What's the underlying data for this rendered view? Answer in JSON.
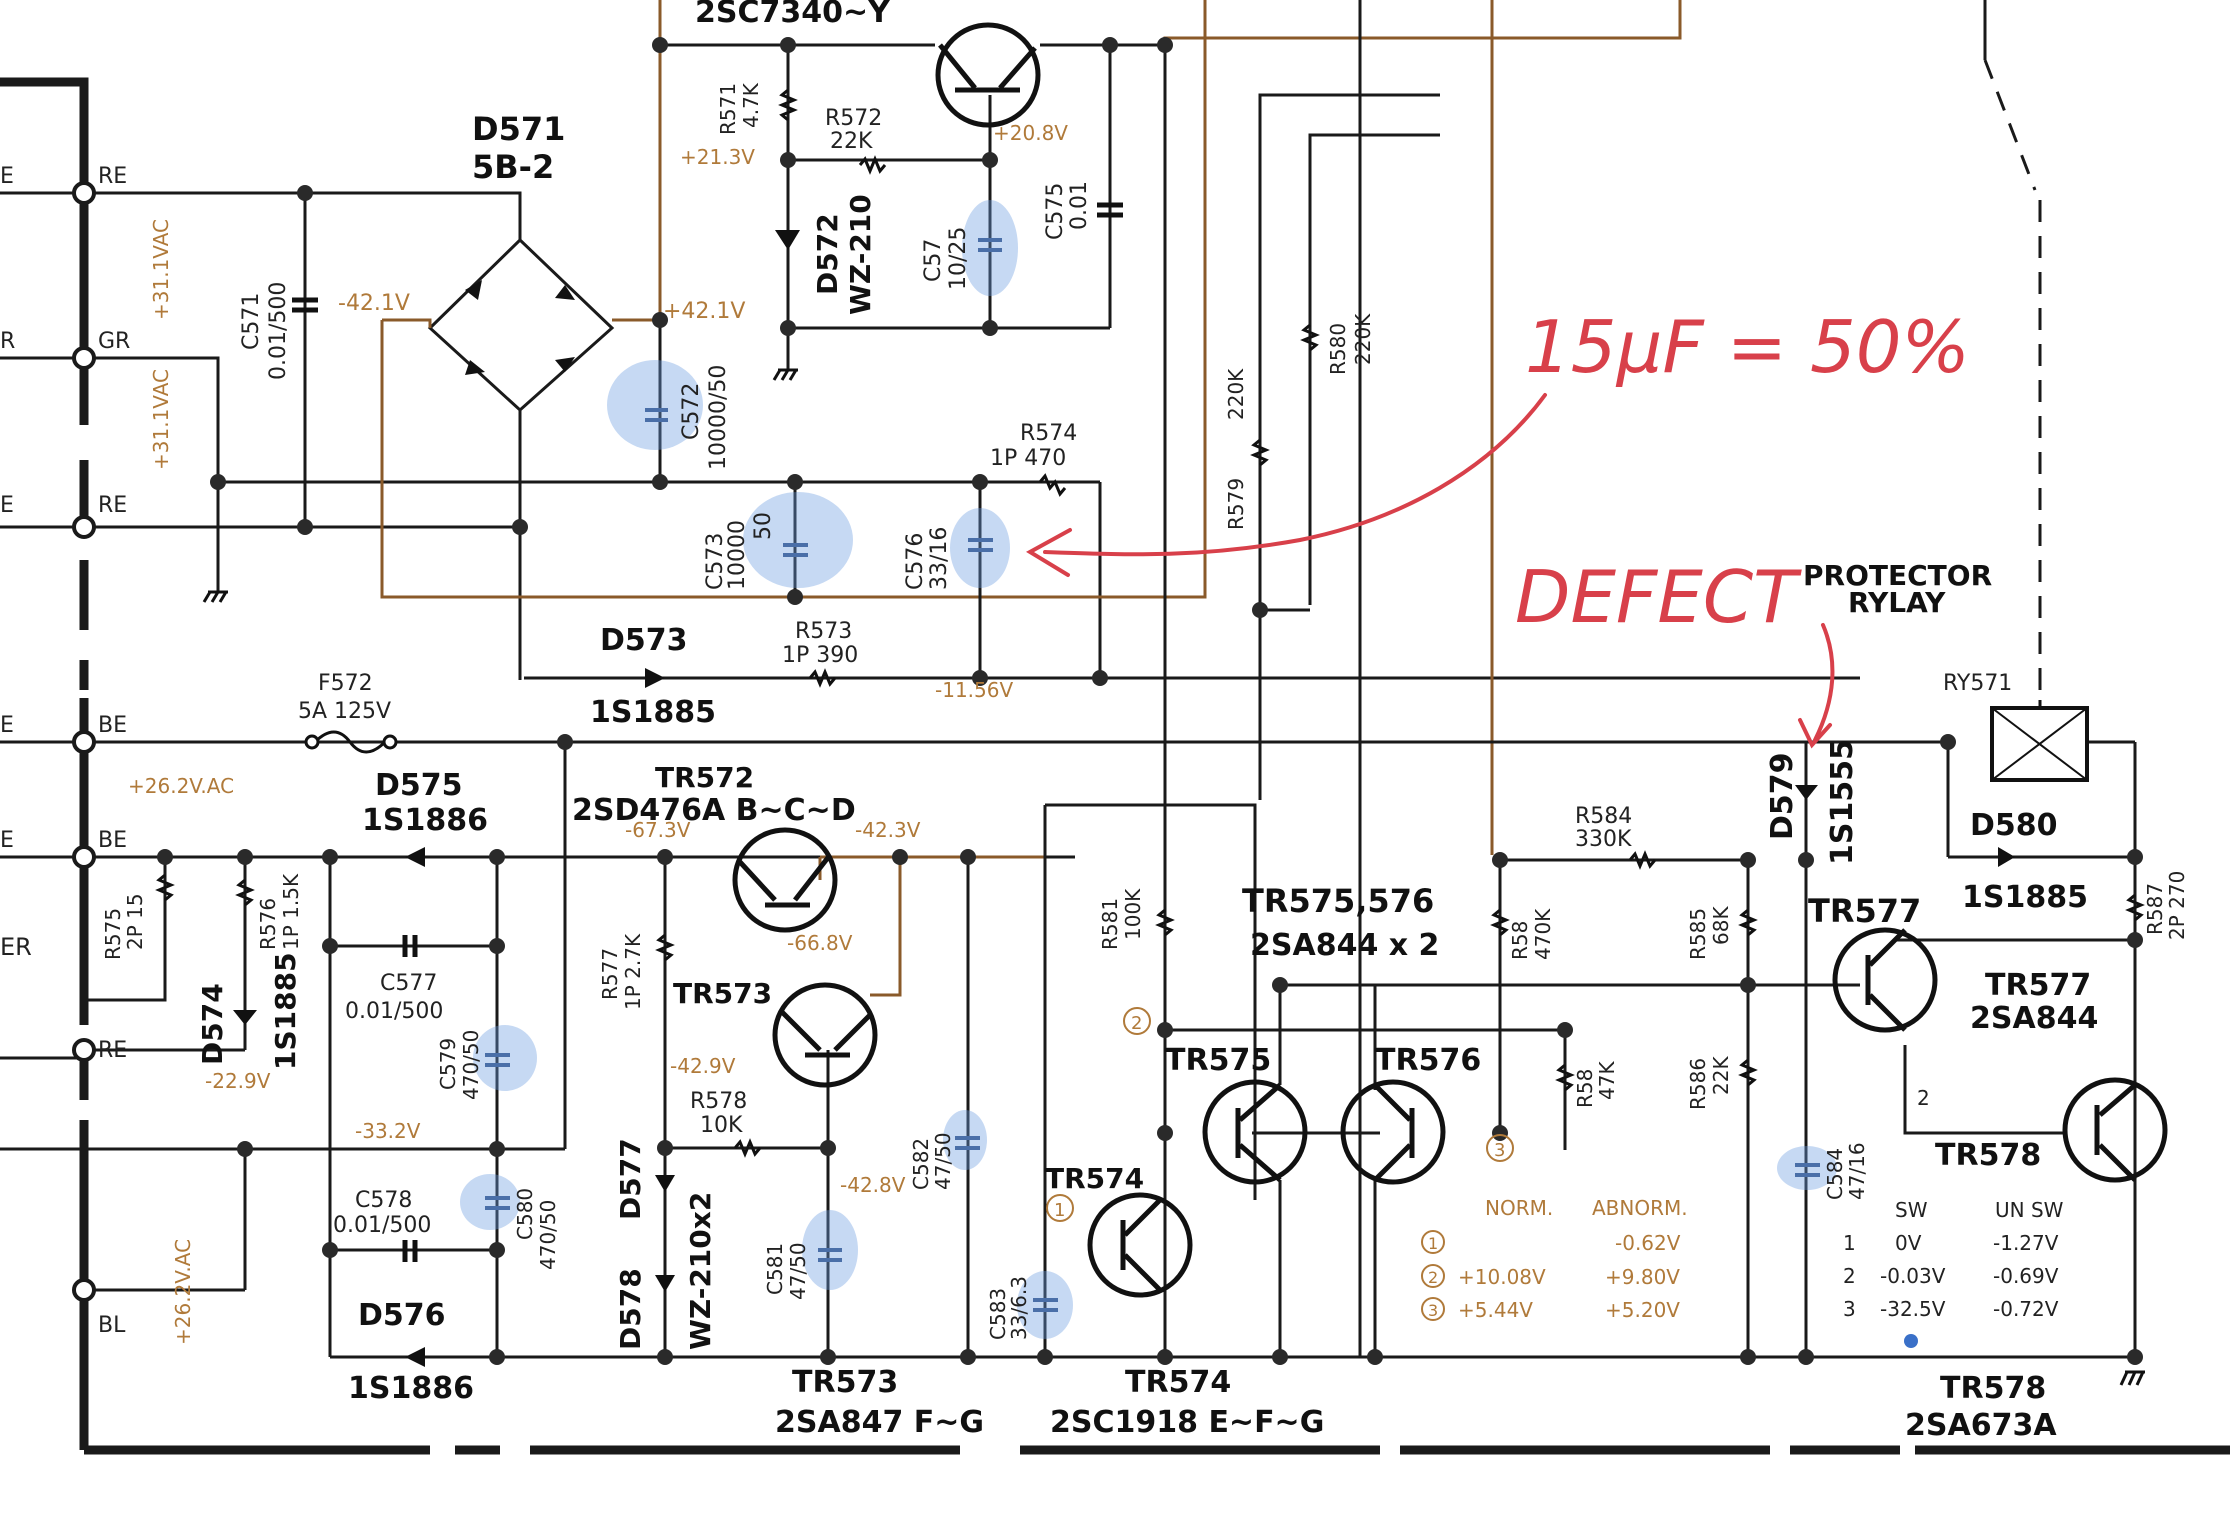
{
  "connector": {
    "pins": [
      "RE",
      "GR",
      "RE",
      "BE",
      "BE",
      "RE",
      "BL"
    ],
    "left_labels": [
      "E",
      "R",
      "E",
      "E",
      "E",
      "ER"
    ]
  },
  "supply": {
    "ac_label_1": "+31.1VAC",
    "ac_label_2": "+31.1VAC",
    "ac_label_3": "+26.2V.AC",
    "ac_label_4": "+26.2V.AC"
  },
  "components": {
    "d571": {
      "ref": "D571",
      "part": "5B-2"
    },
    "c571": {
      "ref": "C571",
      "value": "0.01/500"
    },
    "c572": {
      "ref": "C572",
      "value": "10000/50"
    },
    "c573": {
      "ref": "C573",
      "value": "10000",
      "value2": "50"
    },
    "c576": {
      "ref": "C576",
      "value": "33/16"
    },
    "c57": {
      "ref": "C57",
      "value": "10/25"
    },
    "c575": {
      "ref": "C575",
      "value": "0.01"
    },
    "r571": {
      "ref": "R571",
      "value": "4.7K"
    },
    "r572": {
      "ref": "R572",
      "value": "22K"
    },
    "r573": {
      "ref": "R573",
      "value": "1P 390"
    },
    "r574": {
      "ref": "R574",
      "value": "1P 470"
    },
    "d572": {
      "ref": "D572",
      "part": "WZ-210"
    },
    "d573": {
      "ref": "D573",
      "part": "1S1885"
    },
    "tr571": {
      "part": "2SC7340~Y"
    },
    "r579": {
      "ref": "R579",
      "value": "220K"
    },
    "r580": {
      "ref": "R580",
      "value": "220K"
    },
    "f572": {
      "ref": "F572",
      "value": "5A 125V"
    },
    "d575": {
      "ref": "D575",
      "part": "1S1886"
    },
    "d576": {
      "ref": "D576",
      "part": "1S1886"
    },
    "d574": {
      "ref": "D574",
      "part": "1S1885"
    },
    "r575": {
      "ref": "R575",
      "value": "2P 15"
    },
    "r576": {
      "ref": "R576",
      "value": "1P 1.5K"
    },
    "c577": {
      "ref": "C577",
      "value": "0.01/500"
    },
    "c578": {
      "ref": "C578",
      "value": "0.01/500"
    },
    "c579": {
      "ref": "C579",
      "value": "470/50"
    },
    "c580": {
      "ref": "C580",
      "value": "470/50"
    },
    "tr572": {
      "ref": "TR572",
      "part": "2SD476A B~C~D"
    },
    "tr573_lbl": {
      "ref": "TR573"
    },
    "r577": {
      "ref": "R577",
      "value": "1P 2.7K"
    },
    "r578": {
      "ref": "R578",
      "value": "10K"
    },
    "d577": {
      "ref": "D577"
    },
    "d578": {
      "ref": "D578",
      "part": "WZ-210x2"
    },
    "c581": {
      "ref": "C581",
      "value": "47/50"
    },
    "c582": {
      "ref": "C582",
      "value": "47/50"
    },
    "c583": {
      "ref": "C583",
      "value": "33/6.3"
    },
    "tr573": {
      "ref": "TR573",
      "part": "2SA847 F~G"
    },
    "tr574": {
      "ref": "TR574",
      "part": "2SC1918 E~F~G"
    },
    "r581": {
      "ref": "R581",
      "value": "100K"
    },
    "tr575_576": {
      "ref": "TR575,576",
      "part": "2SA844 x 2"
    },
    "tr575": {
      "ref": "TR575"
    },
    "tr576": {
      "ref": "TR576"
    },
    "r58a": {
      "ref": "R58",
      "value": "470K"
    },
    "r58b": {
      "ref": "R58",
      "value": "47K"
    },
    "r584": {
      "ref": "R584",
      "value": "330K"
    },
    "r585": {
      "ref": "R585",
      "value": "68K"
    },
    "r586": {
      "ref": "R586",
      "value": "22K"
    },
    "c584": {
      "ref": "C584",
      "value": "47/16"
    },
    "d579": {
      "ref": "D579",
      "part": "1S1555"
    },
    "d580": {
      "ref": "D580",
      "part": "1S1885"
    },
    "r587": {
      "ref": "R587",
      "value": "2P 270"
    },
    "ry571": {
      "ref": "RY571",
      "title": "PROTECTOR",
      "title2": "RYLAY"
    },
    "tr577": {
      "ref": "TR577",
      "part": "2SA844"
    },
    "tr578": {
      "ref": "TR578",
      "part": "2SA673A"
    }
  },
  "voltages": {
    "v_m42_1": "-42.1V",
    "v_p42_1": "+42.1V",
    "v_p21_3": "+21.3V",
    "v_p20_8": "+20.8V",
    "v_m11_56": "-11.56V",
    "v_m67_3": "-67.3V",
    "v_m42_3": "-42.3V",
    "v_m66_8": "-66.8V",
    "v_m42_9": "-42.9V",
    "v_m42_8": "-42.8V",
    "v_m22_9": "-22.9V",
    "v_m33_2": "-33.2V"
  },
  "test_points": [
    "1",
    "2",
    "3"
  ],
  "norm_table": {
    "headers": [
      "NORM.",
      "ABNORM."
    ],
    "rows": [
      {
        "tp": "1",
        "norm": "",
        "abnorm": "-0.62V"
      },
      {
        "tp": "2",
        "norm": "+10.08V",
        "abnorm": "+9.80V"
      },
      {
        "tp": "3",
        "norm": "+5.44V",
        "abnorm": "+5.20V"
      }
    ]
  },
  "sw_table": {
    "headers": [
      "SW",
      "UN SW"
    ],
    "rows": [
      {
        "n": "1",
        "sw": "0V",
        "unsw": "-1.27V"
      },
      {
        "n": "2",
        "sw": "-0.03V",
        "unsw": "-0.69V"
      },
      {
        "n": "3",
        "sw": "-32.5V",
        "unsw": "-0.72V"
      }
    ]
  },
  "tr578_pin": "2",
  "annotations": {
    "note_1": "15µF = 50%",
    "note_2": "DEFECT"
  }
}
